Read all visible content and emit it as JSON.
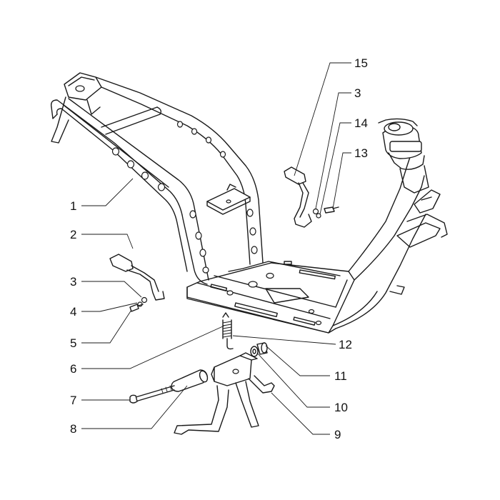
{
  "callouts": [
    {
      "id": "c1",
      "text": "1"
    },
    {
      "id": "c2",
      "text": "2"
    },
    {
      "id": "c3a",
      "text": "3"
    },
    {
      "id": "c4",
      "text": "4"
    },
    {
      "id": "c5",
      "text": "5"
    },
    {
      "id": "c6",
      "text": "6"
    },
    {
      "id": "c7",
      "text": "7"
    },
    {
      "id": "c8",
      "text": "8"
    },
    {
      "id": "c9",
      "text": "9"
    },
    {
      "id": "c10",
      "text": "10"
    },
    {
      "id": "c11",
      "text": "11"
    },
    {
      "id": "c12",
      "text": "12"
    },
    {
      "id": "c13",
      "text": "13"
    },
    {
      "id": "c14",
      "text": "14"
    },
    {
      "id": "c3b",
      "text": "3"
    },
    {
      "id": "c15",
      "text": "15"
    }
  ]
}
